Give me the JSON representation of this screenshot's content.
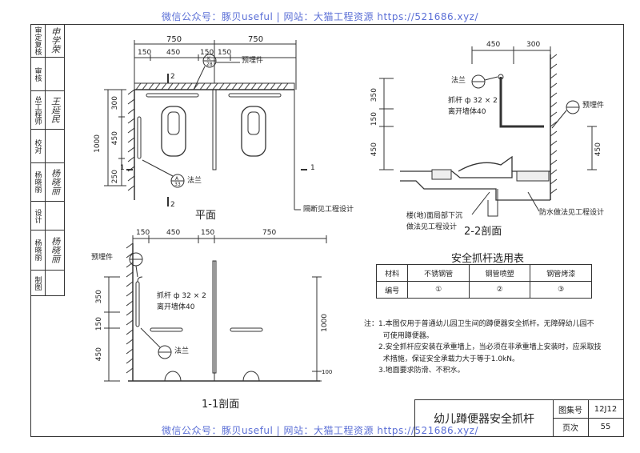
{
  "watermark": {
    "top": "微信公众号：豚贝useful | 网站：大猫工程资源 https://521686.xyz/",
    "bottom": "微信公众号：豚贝useful | 网站：大猫工程资源 https://521686.xyz/"
  },
  "sidebar": [
    {
      "role": "审定复核",
      "sign": "申学荣"
    },
    {
      "role": "审核",
      "sign": ""
    },
    {
      "role": "总工程师",
      "sign": "王延民"
    },
    {
      "role": "校对",
      "sign": ""
    },
    {
      "role": "杨晓丽",
      "sign": "杨晓丽"
    },
    {
      "role": "设计",
      "sign": ""
    },
    {
      "role": "杨晓丽",
      "sign": "杨晓丽"
    },
    {
      "role": "制图",
      "sign": ""
    }
  ],
  "plan": {
    "title": "平面",
    "dims_top": [
      "750",
      "750"
    ],
    "dims_sub": [
      "150",
      "450",
      "150",
      "150"
    ],
    "dims_left": [
      "1000",
      "300",
      "450",
      "250"
    ],
    "callout_embed": "预埋件",
    "callout_flange": "法兰",
    "callout_partition": "隔断见工程设计",
    "section_marks": [
      "2",
      "2",
      "1",
      "1"
    ],
    "callout_ref_top": "K",
    "callout_ref_bottom": "28",
    "flange_ref_top": "A",
    "flange_ref_bottom": "33"
  },
  "section11": {
    "title": "1-1剖面",
    "dims_top": [
      "150",
      "450",
      "150",
      "750"
    ],
    "dims_left": [
      "350",
      "150",
      "450"
    ],
    "dim_right": "1000",
    "dim_floor": "100",
    "label_embed": "预埋件",
    "label_rail_1": "抓杆 ф 32 × 2",
    "label_rail_2": "离开墙体40",
    "label_flange": "法兰"
  },
  "section22": {
    "title": "2-2剖面",
    "dims_top": [
      "450",
      "300"
    ],
    "dims_left": [
      "350",
      "150",
      "450"
    ],
    "dim_right": "450",
    "label_flange": "法兰",
    "label_rail_1": "抓杆 ф 32 × 2",
    "label_rail_2": "离开墙体40",
    "label_embed": "预埋件",
    "label_floor_1": "楼(地)面局部下沉",
    "label_floor_2": "做法见工程设计",
    "label_waterproof": "防水做法见工程设计"
  },
  "table": {
    "title": "安全抓杆选用表",
    "row1": [
      "材料",
      "不锈钢管",
      "钢管喷塑",
      "钢管烤漆"
    ],
    "row2": [
      "编号",
      "①",
      "②",
      "③"
    ]
  },
  "notes": {
    "head": "注：",
    "lines": [
      "1.本图仅用于普通幼儿园卫生间的蹲便器安全抓杆。无障碍幼儿园不",
      "  可使用蹲便器。",
      "2.安全抓杆应安装在承重墙上，当必须在非承重墙上安装时，应采取技",
      "  术措施，保证安全承载力大于等于1.0kN。",
      "3.地面要求防滑、不积水。"
    ]
  },
  "titleblock": {
    "title": "幼儿蹲便器安全抓杆",
    "atlas_label": "图集号",
    "atlas_value": "12J12",
    "page_label": "页次",
    "page_value": "55"
  }
}
